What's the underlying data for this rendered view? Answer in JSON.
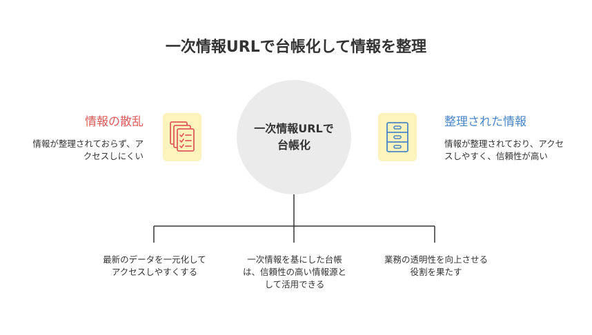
{
  "title": "一次情報URLで台帳化して情報を整理",
  "center": {
    "label": "一次情報URLで台帳化"
  },
  "left": {
    "heading": "情報の散乱",
    "description": "情報が整理されておらず、アクセスしにくい",
    "icon": "scattered-documents-icon",
    "accent_color": "#e05a5a"
  },
  "right": {
    "heading": "整理された情報",
    "description": "情報が整理されており、アクセスしやすく、信頼性が高い",
    "icon": "file-cabinet-icon",
    "accent_color": "#4a86c8"
  },
  "branches": [
    {
      "label": "最新のデータを一元化してアクセスしやすくする"
    },
    {
      "label": "一次情報を基にした台帳は、信頼性の高い情報源として活用できる"
    },
    {
      "label": "業務の透明性を向上させる役割を果たす"
    }
  ],
  "colors": {
    "circle": "#ebebeb",
    "icon_background": "#fdf4bd",
    "line": "#333333"
  }
}
